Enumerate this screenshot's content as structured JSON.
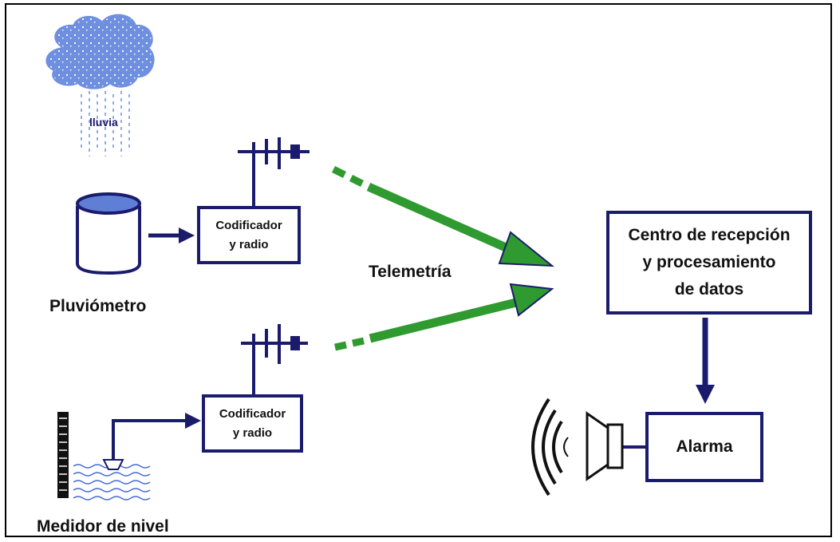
{
  "labels": {
    "rain": "lluvia",
    "raingauge": "Pluviómetro",
    "level_meter": "Medidor de nivel",
    "telemetry": "Telemetría"
  },
  "encoder_top": {
    "line1": "Codificador",
    "line2": "y radio"
  },
  "encoder_bottom": {
    "line1": "Codificador",
    "line2": "y radio"
  },
  "center": {
    "line1": "Centro de recepción",
    "line2": "y procesamiento",
    "line3": "de datos"
  },
  "alarm": {
    "label": "Alarma"
  },
  "colors": {
    "navy": "#1b1b6e",
    "green": "#2f9a2f",
    "cloud": "#6f8fe0",
    "water": "#4a6fd8"
  },
  "icons": [
    "rain-cloud-icon",
    "rain-gauge-cylinder-icon",
    "antenna-icon",
    "level-sensor-icon",
    "speaker-icon",
    "sound-waves-icon"
  ]
}
